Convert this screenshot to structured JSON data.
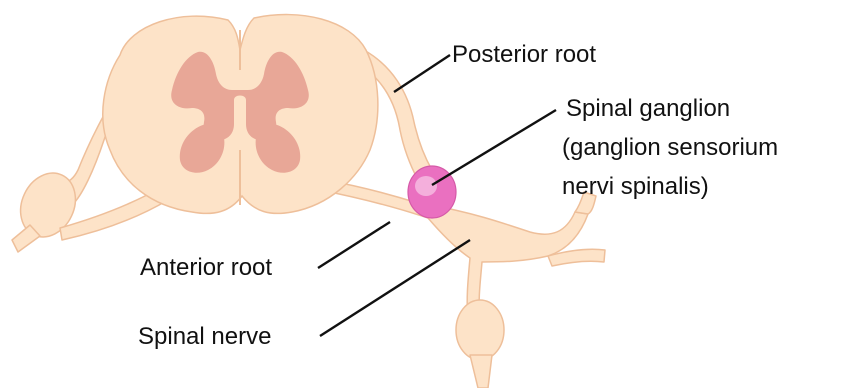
{
  "labels": {
    "posterior_root": "Posterior root",
    "spinal_ganglion": {
      "line1": "Spinal ganglion",
      "line2": "(ganglion sensorium",
      "line3": "nervi spinalis)"
    },
    "anterior_root": "Anterior root",
    "spinal_nerve": "Spinal nerve"
  },
  "colors": {
    "tissue": "#fde3c8",
    "tissue_outline": "#eebf9a",
    "gray_matter": "#e8a797",
    "ganglion": "#ea70c0",
    "ganglion_highlight": "#f7c4e6",
    "leader_line": "#111111"
  }
}
